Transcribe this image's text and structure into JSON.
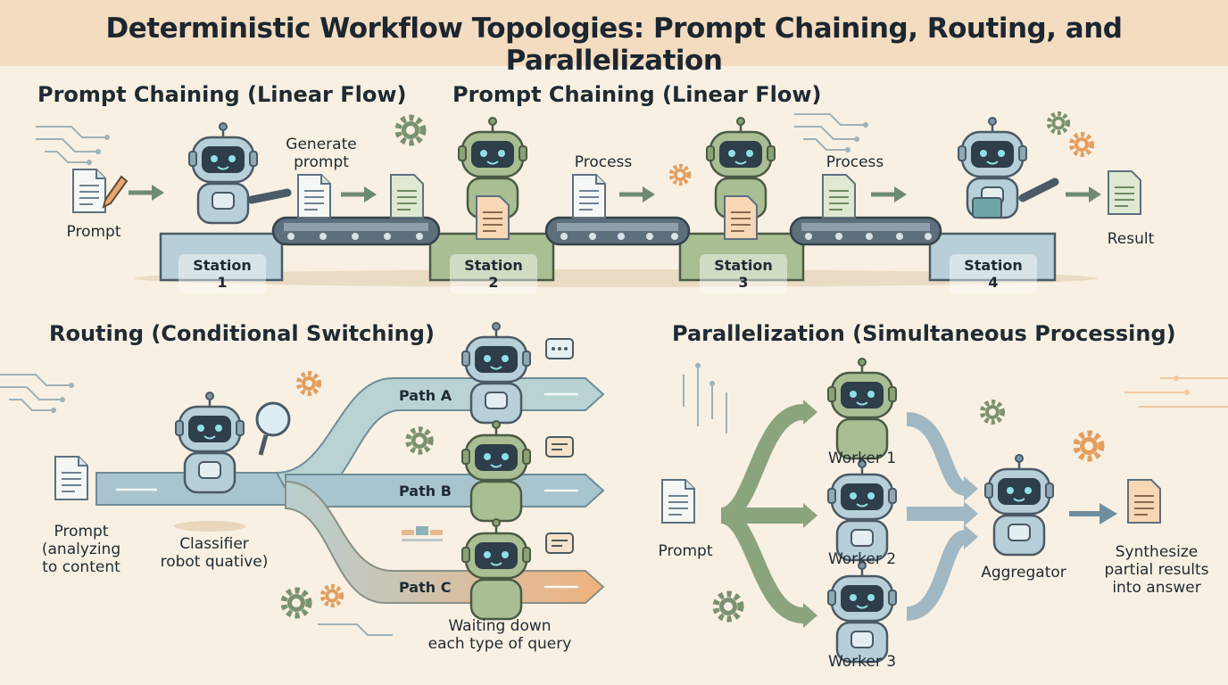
{
  "title": "Deterministic Workflow Topologies: Prompt Chaining, Routing, and Parallelization",
  "chaining": {
    "title_left": "Prompt Chaining (Linear Flow)",
    "title_right": "Prompt Chaining (Linear Flow)",
    "input_label": "Prompt",
    "generate_label": "Generate\nprompt",
    "process_label_1": "Process",
    "process_label_2": "Process",
    "result_label": "Result",
    "stations": [
      "Station 1",
      "Station 2",
      "Station 3",
      "Station 4"
    ]
  },
  "routing": {
    "title": "Routing (Conditional Switching)",
    "input_label": "Prompt\n(analyzing\nto content",
    "classifier_label": "Classifier\nrobot quative)",
    "paths": [
      "Path A",
      "Path B",
      "Path C"
    ],
    "footer_label": "Waiting down\neach type of query"
  },
  "parallel": {
    "title": "Parallelization (Simultaneous Processing)",
    "input_label": "Prompt",
    "workers": [
      "Worker 1",
      "Worker 2",
      "Worker 3"
    ],
    "aggregator_label": "Aggregator",
    "output_label": "Synthesize\npartial results\ninto answer"
  },
  "colors": {
    "background": "#f8f0e2",
    "title_band": "#f3dcc0",
    "blue_robot": "#b7cfd8",
    "green_robot": "#a9bf93",
    "orange_accent": "#f0b27d",
    "path_arrow_blue": "#a8c4cf"
  }
}
